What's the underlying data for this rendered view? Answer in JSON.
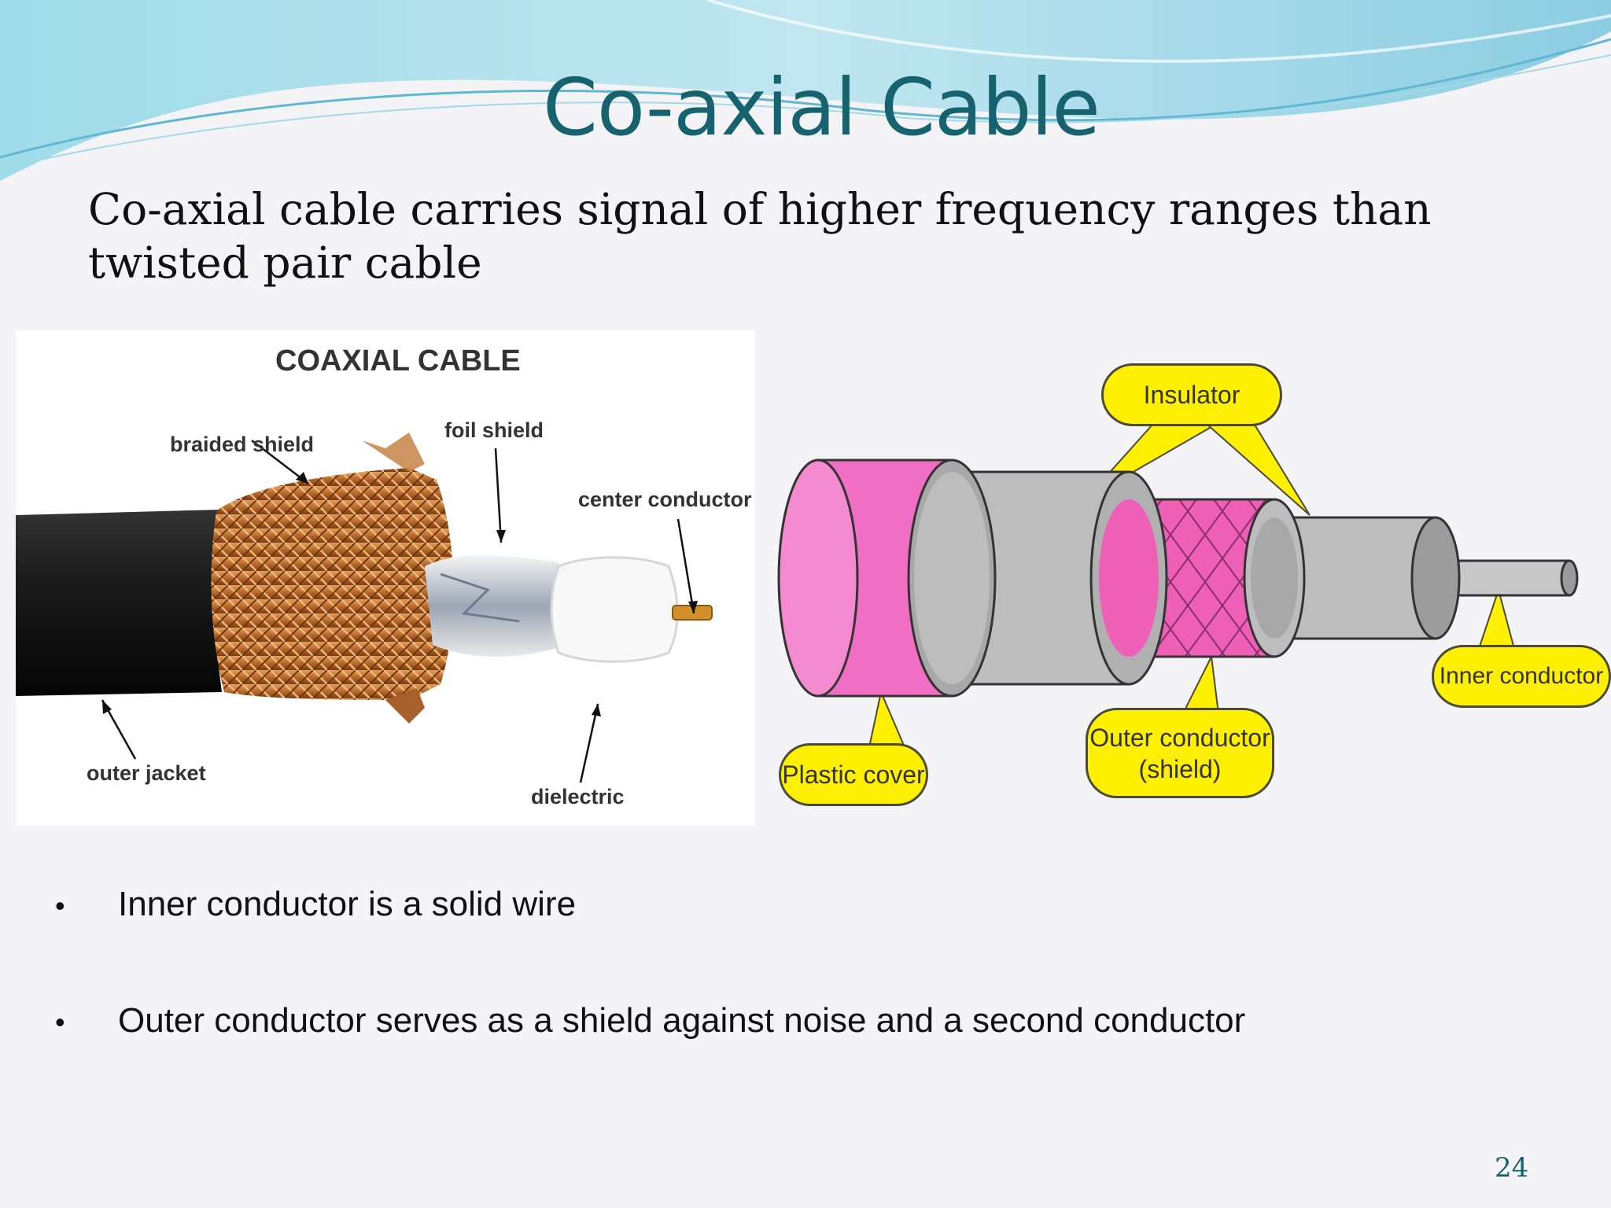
{
  "slide": {
    "title": "Co-axial Cable",
    "subtitle": "Co-axial cable carries signal of higher frequency ranges than twisted pair cable",
    "page_number": "24"
  },
  "photo": {
    "heading": "COAXIAL CABLE",
    "labels": {
      "braided_shield": "braided shield",
      "foil_shield": "foil shield",
      "center_conductor": "center conductor",
      "outer_jacket": "outer jacket",
      "dielectric": "dielectric"
    }
  },
  "diagram": {
    "callouts": {
      "insulator": "Insulator",
      "inner_conductor": "Inner conductor",
      "plastic_cover": "Plastic cover",
      "outer_conductor_line1": "Outer conductor",
      "outer_conductor_line2": "(shield)"
    },
    "colors": {
      "plastic_cover": "#f06ec3",
      "insulator": "#bdbdbd",
      "shield": "#ee5fb8",
      "callout": "#ffef00"
    }
  },
  "bullets": [
    "Inner conductor is a solid wire",
    "Outer conductor serves  as a shield against noise and a second conductor"
  ]
}
